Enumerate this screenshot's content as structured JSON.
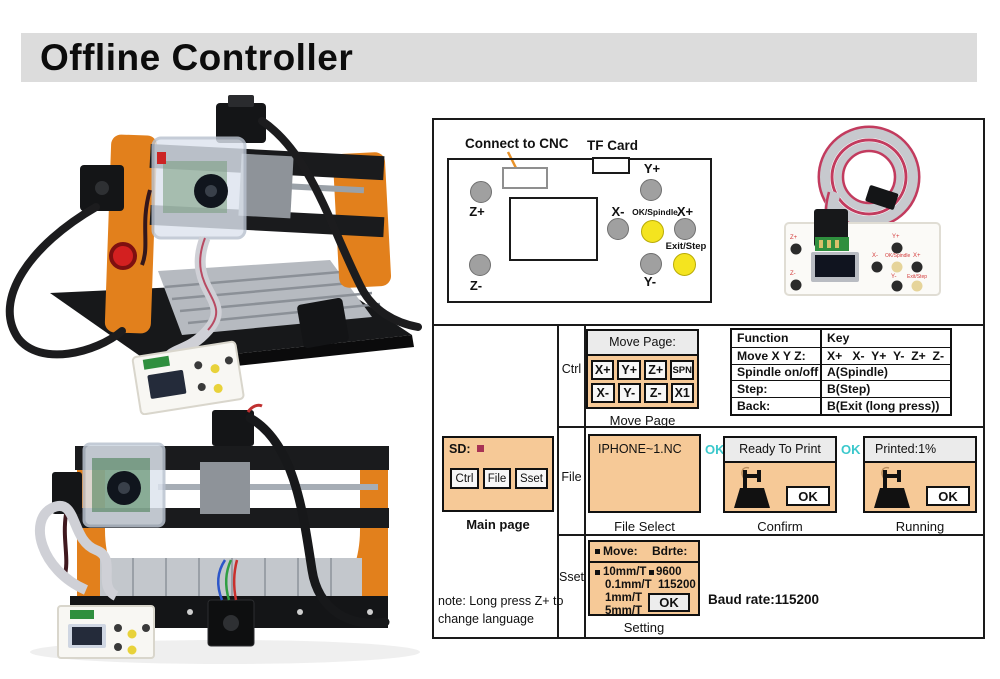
{
  "title": "Offline Controller",
  "diagram": {
    "connect_to_cnc": "Connect to CNC",
    "tf_card": "TF Card",
    "btn_z_plus": "Z+",
    "btn_z_minus": "Z-",
    "btn_y_plus": "Y+",
    "btn_x_minus": "X-",
    "btn_ok_spindle": "OK/Spindle",
    "btn_x_plus": "X+",
    "btn_exit_step": "Exit/Step",
    "btn_y_minus": "Y-"
  },
  "photo": {
    "z_plus": "Z+",
    "z_minus": "Z-",
    "y_plus": "Y+",
    "x_minus": "X-",
    "ok_spindle": "OK/Spindle",
    "x_plus": "X+",
    "y_minus": "Y-",
    "exit_step": "Exit/Step"
  },
  "rows": {
    "ctrl": "Ctrl",
    "file": "File",
    "sset": "Sset"
  },
  "ctrl": {
    "header": "Move Page:",
    "row1": [
      "X+",
      "Y+",
      "Z+",
      "SPN"
    ],
    "row2": [
      "X-",
      "Y-",
      "Z-",
      "X1"
    ],
    "caption": "Move Page"
  },
  "function_table": {
    "rows": [
      [
        "Function",
        "Key"
      ],
      [
        "Move X Y Z:",
        "X+   X-  Y+  Y-  Z+  Z-"
      ],
      [
        "Spindle on/off",
        "A(Spindle)"
      ],
      [
        "Step:",
        "B(Step)"
      ],
      [
        "Back:",
        "B(Exit (long press))"
      ]
    ]
  },
  "file": {
    "sd_label": "SD:",
    "main_buttons": [
      "Ctrl",
      "File",
      "Sset"
    ],
    "main_caption": "Main page",
    "filename": "IPHONE~1.NC",
    "select_caption": "File Select",
    "ok_label": "OK",
    "confirm_header": "Ready To Print",
    "button_ok": "OK",
    "confirm_caption": "Confirm",
    "running_header": "Printed:1%",
    "running_caption": "Running"
  },
  "sset": {
    "move_header": "Move:",
    "bdrte_header": "Bdrte:",
    "move_options": [
      "10mm/T",
      "0.1mm/T",
      "1mm/T",
      "5mm/T"
    ],
    "baud_options": [
      "9600",
      "115200"
    ],
    "ok_label": "OK",
    "caption": "Setting",
    "baud_rate": "Baud rate:115200"
  },
  "note": {
    "line1": "note: Long press Z+ to",
    "line2": "change language"
  },
  "colors": {
    "tan": "#f6c997",
    "cyan": "#3bc8cc",
    "yellow": "#f4e41f",
    "gray_button": "#a0a0a0",
    "orange_frame": "#e2801c",
    "title_bar": "#dcdcdc"
  }
}
